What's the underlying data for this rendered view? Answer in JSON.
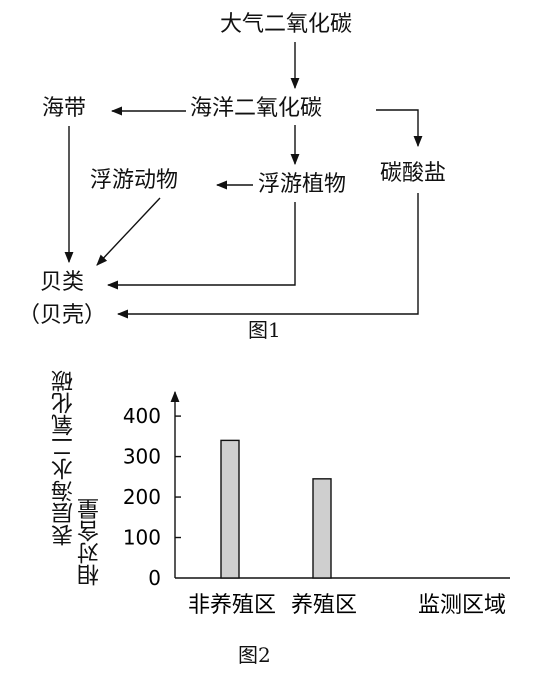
{
  "figure1": {
    "nodes": {
      "atmospheric_co2": "大气二氧化碳",
      "ocean_co2": "海洋二氧化碳",
      "kelp": "海带",
      "zooplankton": "浮游动物",
      "phytoplankton": "浮游植物",
      "carbonate": "碳酸盐",
      "shellfish": "贝类",
      "shell": "（贝壳）"
    },
    "caption": "图1"
  },
  "figure2": {
    "caption": "图2"
  },
  "chart_data": {
    "type": "bar",
    "categories": [
      "非养殖区",
      "养殖区",
      "监测区域"
    ],
    "values": [
      340,
      245,
      null
    ],
    "ylabel_line1": "表层海水二氧化碳",
    "ylabel_line2": "相对含量",
    "xlabel": "监测区域",
    "ylim": [
      0,
      450
    ],
    "yticks": [
      "0",
      "100",
      "200",
      "300",
      "400"
    ],
    "bar_fill": "#cfcfcf",
    "grid": false
  }
}
